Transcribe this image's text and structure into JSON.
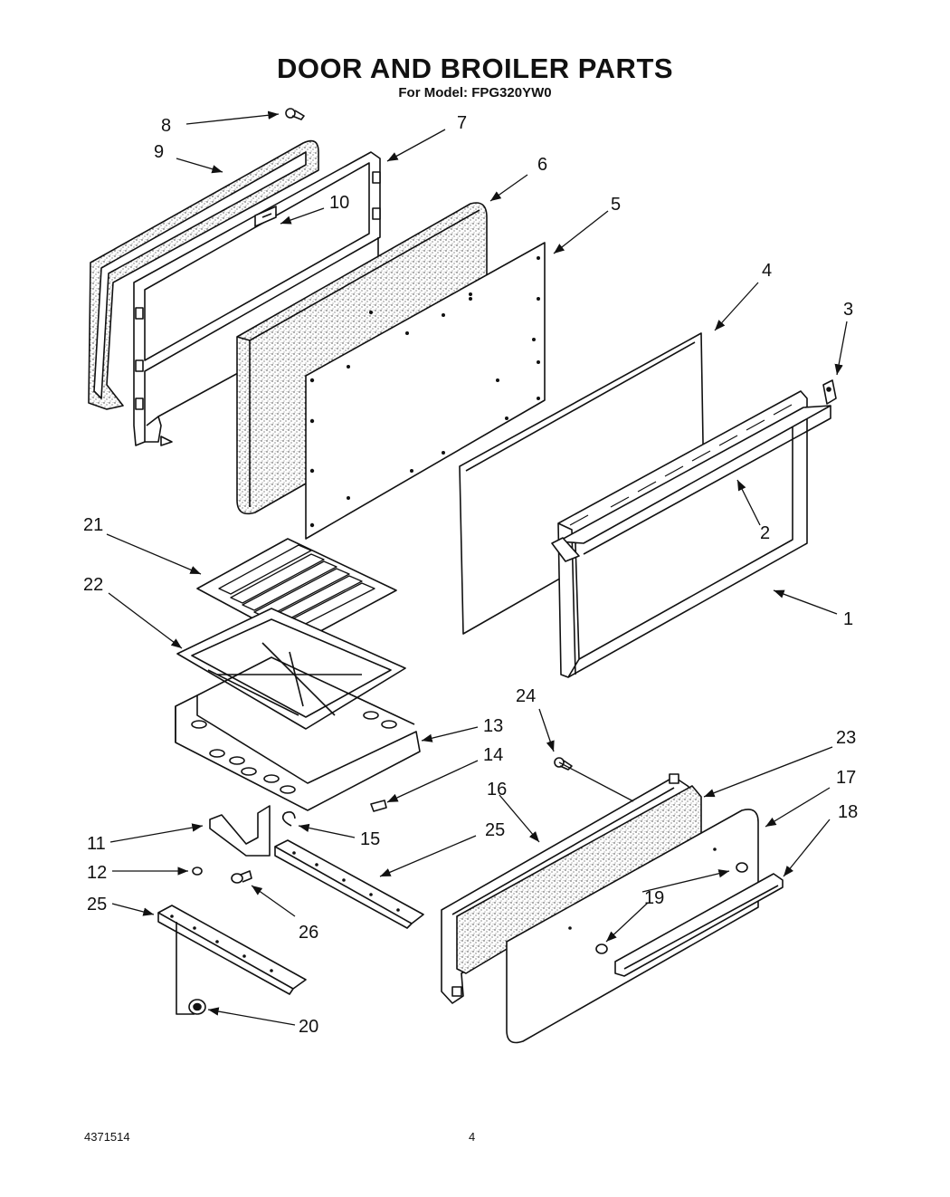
{
  "title": "DOOR AND BROILER PARTS",
  "subtitle": "For Model: FPG320YW0",
  "footer": {
    "doc_number": "4371514",
    "page_number": "4"
  },
  "callouts": [
    "1",
    "2",
    "3",
    "4",
    "5",
    "6",
    "7",
    "8",
    "9",
    "10",
    "11",
    "12",
    "13",
    "14",
    "15",
    "16",
    "17",
    "18",
    "19",
    "20",
    "21",
    "22",
    "23",
    "24",
    "25",
    "25",
    "26"
  ]
}
